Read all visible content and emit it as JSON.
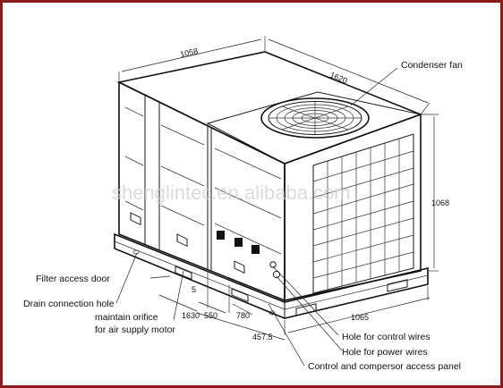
{
  "labels": {
    "condenser_fan": "Condenser fan",
    "filter_access_door": "Filter access door",
    "drain_connection_hole": "Drain connection hole",
    "maintain_orifice_line1": "maintain orifice",
    "maintain_orifice_line2": "for air supply motor",
    "hole_control_wires": "Hole for control wires",
    "hole_power_wires": "Hole for power wires",
    "control_compressor_panel": "Control and compersor access panel"
  },
  "dimensions": {
    "top_depth": "1058",
    "top_width": "1620",
    "height": "1068",
    "base_front_width": "1065",
    "dim_1630": "1630",
    "dim_550": "550",
    "dim_780": "780",
    "dim_457_5": "457.5",
    "dim_5": "5"
  },
  "watermark": "shenglintec.en.alibaba.com",
  "colors": {
    "frame": "#8b1a1a",
    "line": "#1a1a1a"
  }
}
